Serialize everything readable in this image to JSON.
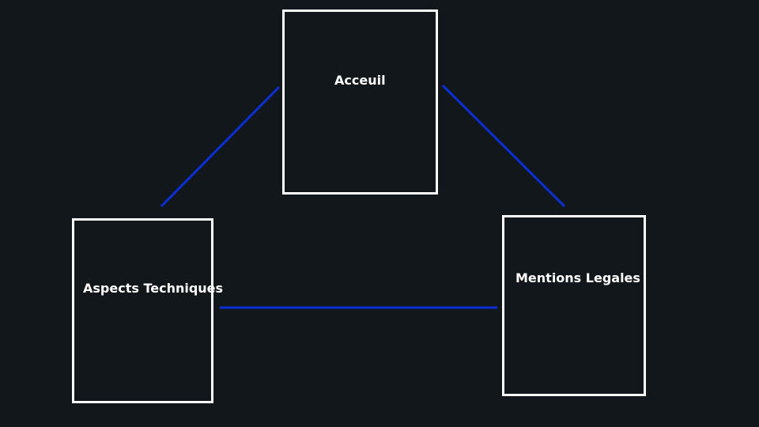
{
  "diagram": {
    "nodes": [
      {
        "id": "accueil",
        "label": "Acceuil"
      },
      {
        "id": "aspects",
        "label": "Aspects Techniques"
      },
      {
        "id": "mentions",
        "label": "Mentions Legales"
      }
    ],
    "edges": [
      {
        "from": "accueil",
        "to": "aspects"
      },
      {
        "from": "accueil",
        "to": "mentions"
      },
      {
        "from": "aspects",
        "to": "mentions"
      }
    ],
    "colors": {
      "background": "#11171a",
      "box_border": "#ffffff",
      "text": "#ffffff",
      "connector": "#0a2fd6"
    }
  }
}
